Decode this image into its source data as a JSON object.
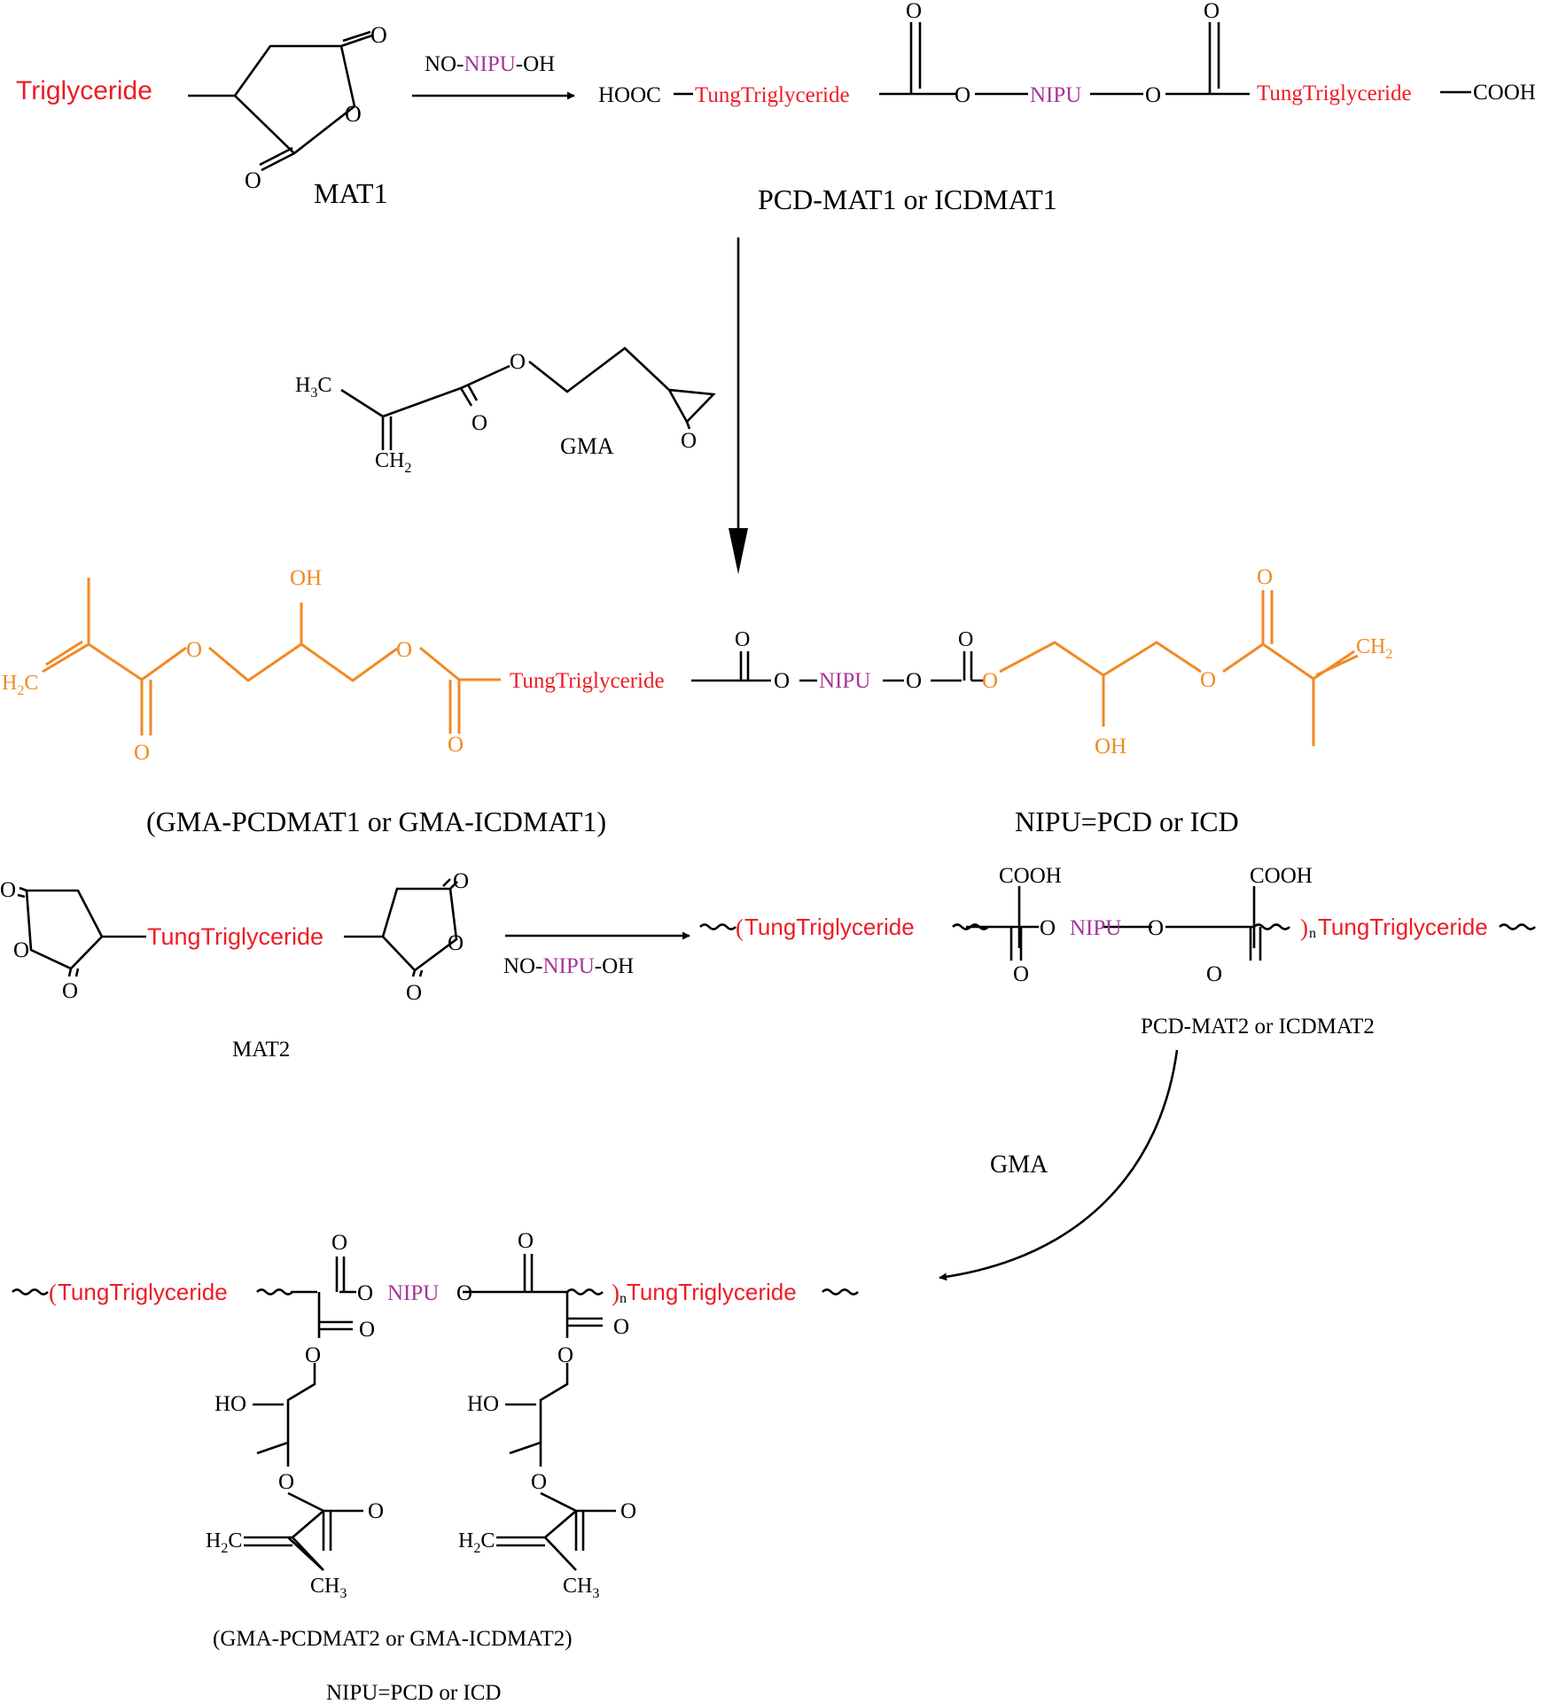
{
  "colors": {
    "ink": "#000000",
    "red": "#ee1c25",
    "purple": "#a5349a",
    "orange": "#f08a24"
  },
  "mat1": {
    "triglyceride": "Triglyceride",
    "o": "O",
    "name": "MAT1",
    "reagent": [
      "NO-",
      "NIPU",
      "-OH"
    ],
    "prod": [
      "HOOC",
      "TungTriglyceride",
      "O",
      "O",
      "NIPU",
      "O",
      "O",
      "TungTriglyceride",
      "COOH"
    ],
    "prod_name": "PCD-MAT1 or ICDMAT1"
  },
  "gma": {
    "h3c": "H",
    "h3c_sub": "3",
    "h3c_c": "C",
    "o": "O",
    "ch2": "CH",
    "ch2_sub": "2",
    "name": "GMA"
  },
  "gma1": {
    "h2c": "H",
    "h2c_sub": "2",
    "h2c_c": "C",
    "oh": "OH",
    "o": "O",
    "tung": "TungTriglyceride",
    "nipu": "NIPU",
    "ch2": "CH",
    "ch2_sub": "2",
    "name": "(GMA-PCDMAT1 or GMA-ICDMAT1)",
    "note": "NIPU=PCD or ICD"
  },
  "mat2": {
    "o": "O",
    "tung": "TungTriglyceride",
    "name": "MAT2",
    "reagent": [
      "NO-",
      "NIPU",
      "-OH"
    ],
    "cooh": "COOH",
    "paren": "(",
    "close": ")",
    "n": "n",
    "nipu": "NIPU",
    "prod_name": "PCD-MAT2 or ICDMAT2",
    "gma": "GMA"
  },
  "gma2": {
    "o": "O",
    "oh": "HO",
    "tung": "TungTriglyceride",
    "nipu": "NIPU",
    "paren": "(",
    "close": ")",
    "n": "n",
    "h2c": "H",
    "h2c_sub": "2",
    "h2c_c": "C",
    "ch3": "CH",
    "ch3_sub": "3",
    "name": "(GMA-PCDMAT2 or GMA-ICDMAT2)",
    "note": "NIPU=PCD or ICD"
  }
}
